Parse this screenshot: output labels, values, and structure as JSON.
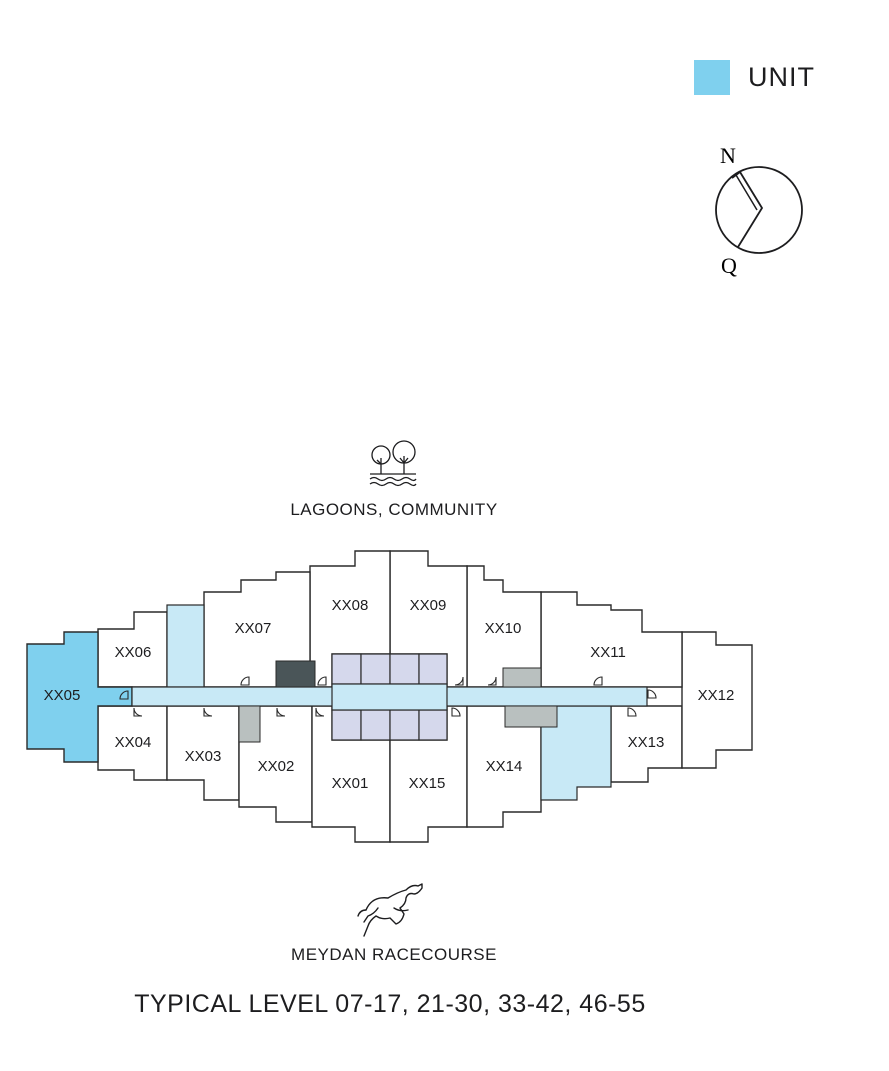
{
  "legend": {
    "label": "UNIT",
    "color": "#7fd0ee"
  },
  "compass": {
    "north": "N",
    "south": "Q"
  },
  "views": {
    "top": "LAGOONS, COMMUNITY",
    "bottom": "MEYDAN RACECOURSE",
    "top_icon": "trees-water-icon",
    "bottom_icon": "horse-icon"
  },
  "units": [
    {
      "id": "XX01"
    },
    {
      "id": "XX02"
    },
    {
      "id": "XX03"
    },
    {
      "id": "XX04"
    },
    {
      "id": "XX05",
      "highlighted": true
    },
    {
      "id": "XX06"
    },
    {
      "id": "XX07"
    },
    {
      "id": "XX08"
    },
    {
      "id": "XX09"
    },
    {
      "id": "XX10"
    },
    {
      "id": "XX11"
    },
    {
      "id": "XX12"
    },
    {
      "id": "XX13"
    },
    {
      "id": "XX14"
    },
    {
      "id": "XX15"
    }
  ],
  "colors": {
    "unit_highlight": "#7fd0ee",
    "corridor": "#c8e9f6",
    "core": "#d5d8ec",
    "service_dark": "#4a5558",
    "service_grey": "#b9c0bf",
    "outline": "#2a2a2a"
  },
  "title": "TYPICAL LEVEL 07-17, 21-30, 33-42, 46-55"
}
